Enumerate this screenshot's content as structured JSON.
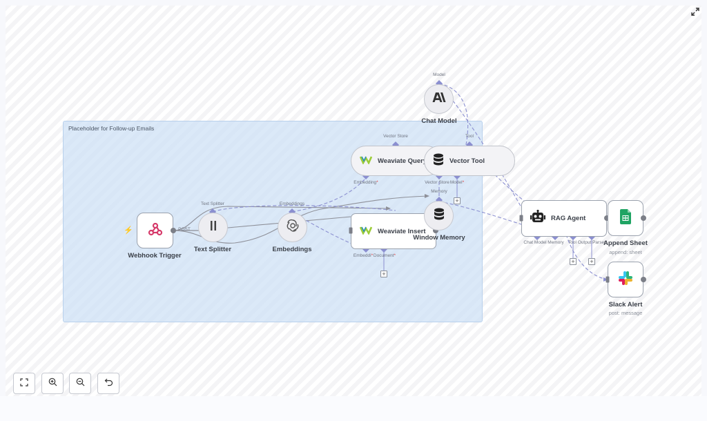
{
  "sticky_note": {
    "text": "Placeholder for Follow-up Emails"
  },
  "nodes": {
    "webhook_trigger": {
      "label": "Webhook Trigger",
      "output": "POST",
      "icon": "webhook-icon"
    },
    "text_splitter": {
      "label": "Text Splitter",
      "port_top": "Text Splitter",
      "icon": "split-icon"
    },
    "embeddings": {
      "label": "Embeddings",
      "port_top": "Embeddings",
      "icon": "openai-icon"
    },
    "weaviate_insert": {
      "label": "Weaviate Insert",
      "port_embedding": "Embeddi",
      "port_document": "Document",
      "icon": "weaviate-icon"
    },
    "weaviate_query": {
      "label": "Weaviate Query",
      "port_top": "Vector Store",
      "port_embedding": "Embedding",
      "icon": "weaviate-icon"
    },
    "vector_tool": {
      "label": "Vector Tool",
      "port_top": "Tool",
      "port_store": "Vector Store",
      "port_model": "Model",
      "icon": "database-icon"
    },
    "window_memory": {
      "label": "Window Memory",
      "port_top": "Memory",
      "icon": "database-icon"
    },
    "chat_model": {
      "label": "Chat Model",
      "port_top": "Model",
      "icon": "anthropic-icon"
    },
    "rag_agent": {
      "label": "RAG Agent",
      "ports": [
        "Chat Model",
        "Memory",
        "Tool",
        "Output Parser"
      ],
      "icon": "robot-icon"
    },
    "append_sheet": {
      "label": "Append Sheet",
      "subtitle": "append: sheet",
      "icon": "google-sheets-icon"
    },
    "slack_alert": {
      "label": "Slack Alert",
      "subtitle": "post: message",
      "icon": "slack-icon"
    }
  },
  "required_marker": "*",
  "plus_symbol": "+",
  "toolbar": [
    {
      "name": "fit-view",
      "icon": "fit-view-icon"
    },
    {
      "name": "zoom-in",
      "icon": "zoom-in-icon"
    },
    {
      "name": "zoom-out",
      "icon": "zoom-out-icon"
    },
    {
      "name": "reset",
      "icon": "undo-icon"
    }
  ],
  "colors": {
    "connection": "#8b8fd0",
    "main_link": "#8e9099",
    "sticky_fill": "#d7e6f6",
    "trigger_bolt": "#ee5a45"
  }
}
